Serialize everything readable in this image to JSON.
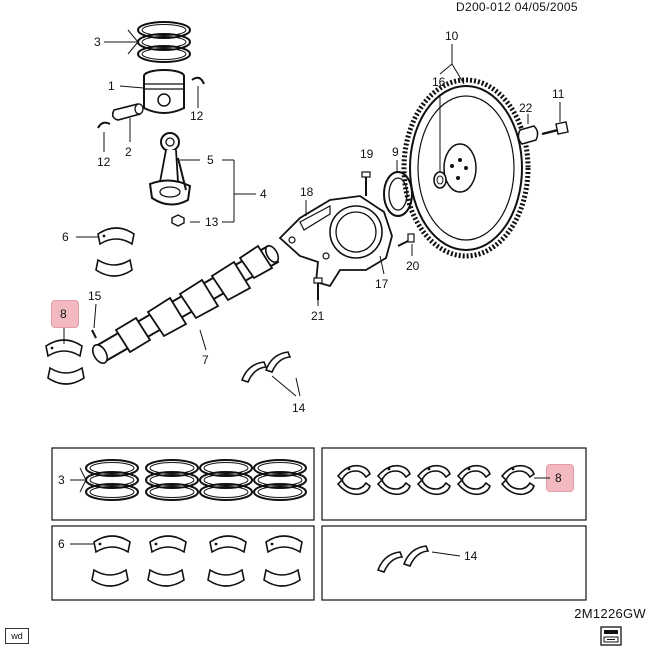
{
  "header": {
    "code": "D200-012  04/05/2005"
  },
  "footer": {
    "figure_id": "2M1226GW",
    "badge": "wd"
  },
  "callouts": {
    "c1": "1",
    "c2": "2",
    "c3": "3",
    "c4": "4",
    "c5": "5",
    "c6": "6",
    "c7": "7",
    "c8": "8",
    "c9": "9",
    "c10": "10",
    "c11": "11",
    "c12": "12",
    "c13": "13",
    "c14": "14",
    "c15": "15",
    "c16": "16",
    "c17": "17",
    "c18": "18",
    "c19": "19",
    "c20": "20",
    "c21": "21",
    "c22": "22"
  },
  "highlight": {
    "color": "#e8838e"
  }
}
